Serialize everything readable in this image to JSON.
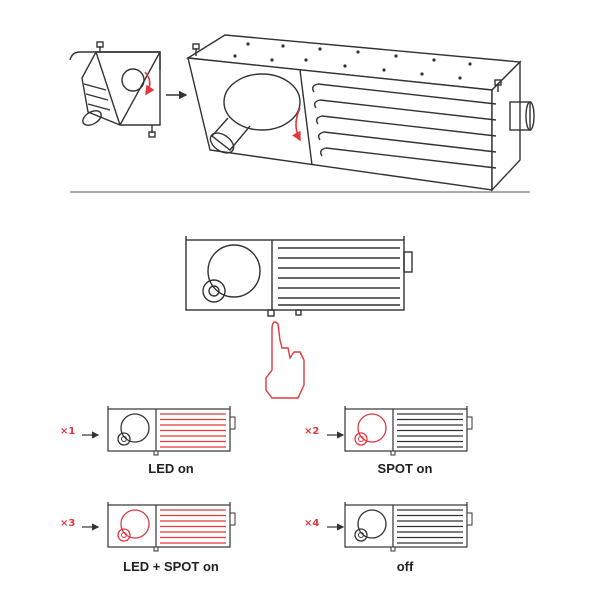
{
  "colors": {
    "line": "#333333",
    "accent": "#e0383e",
    "bg": "#ffffff"
  },
  "steps": [
    {
      "count": "×1",
      "label": "LED on",
      "led": true,
      "spot": false
    },
    {
      "count": "×2",
      "label": "SPOT on",
      "led": false,
      "spot": true
    },
    {
      "count": "×3",
      "label": "LED + SPOT on",
      "led": true,
      "spot": true
    },
    {
      "count": "×4",
      "label": "off",
      "led": false,
      "spot": false
    }
  ]
}
